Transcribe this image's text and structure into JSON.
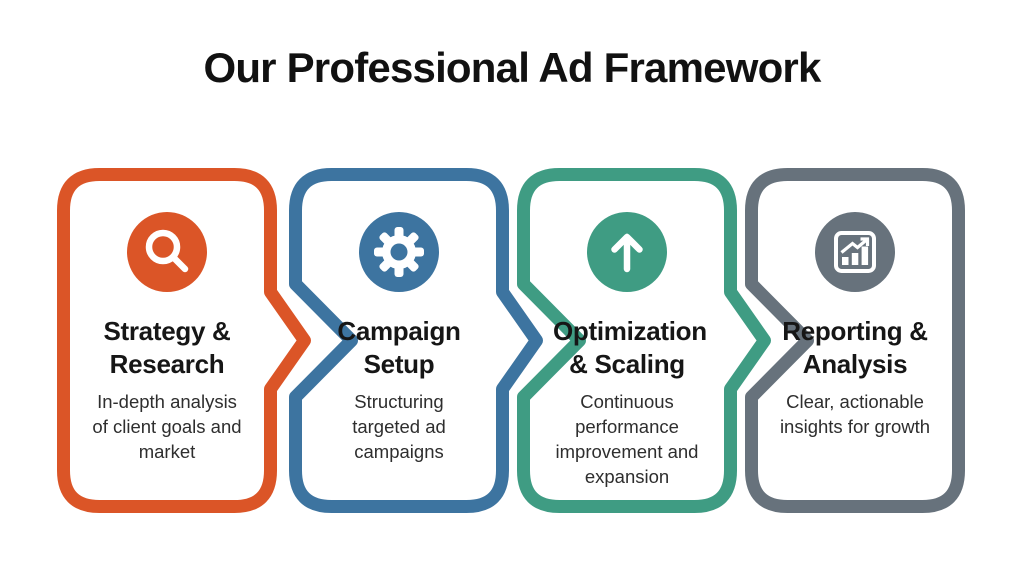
{
  "page": {
    "background_color": "#ffffff",
    "title": "Our Professional Ad Framework",
    "title_color": "#111111",
    "card_title_color": "#161616",
    "card_description_color": "#2e2e2e"
  },
  "steps": [
    {
      "title": "Strategy & Research",
      "description": "In-depth analysis of client goals and market",
      "accent_color": "#DB5527",
      "icon": "magnifier-icon"
    },
    {
      "title": "Campaign Setup",
      "description": "Structuring targeted ad campaigns",
      "accent_color": "#3D74A0",
      "icon": "gear-icon"
    },
    {
      "title": "Optimization & Scaling",
      "description": "Continuous performance improvement and expansion",
      "accent_color": "#3F9C83",
      "icon": "arrow-up-icon"
    },
    {
      "title": "Reporting & Analysis",
      "description": "Clear, actionable insights for growth",
      "accent_color": "#67727C",
      "icon": "bar-chart-icon"
    }
  ]
}
